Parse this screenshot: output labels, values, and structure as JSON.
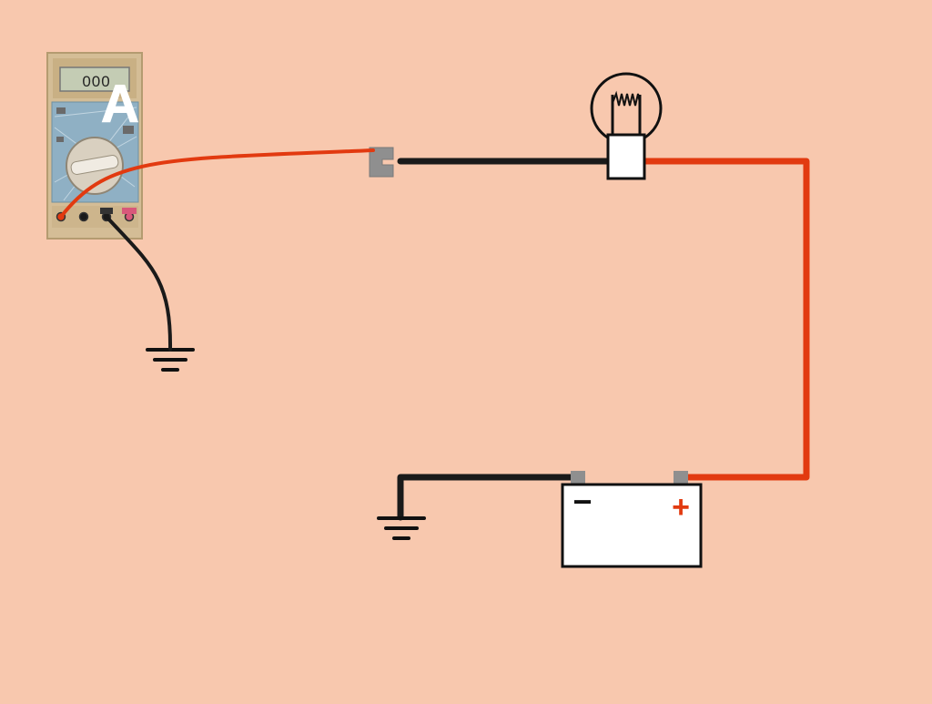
{
  "diagram": {
    "background_color": "#f8c8ae",
    "wire_red_color": "#e23a10",
    "wire_black_color": "#1a1a1a",
    "terminal_color": "#8f8f8f",
    "meter_body_color": "#d4bd96",
    "meter_face_color": "#8fb0c4"
  },
  "multimeter": {
    "display_value": "000",
    "mode_letter": "A",
    "mode_meaning": "ammeter",
    "jack_colors": [
      "#e23a10",
      "#1a1a1a",
      "#1a1a1a",
      "#d8587a"
    ]
  },
  "lamp": {
    "icon": "light-bulb-icon"
  },
  "battery": {
    "negative_symbol": "−",
    "positive_symbol": "+",
    "positive_color": "#e23a10"
  },
  "grounds": [
    {
      "icon": "ground-symbol-icon",
      "connected_to": "multimeter-common-lead"
    },
    {
      "icon": "ground-symbol-icon",
      "connected_to": "battery-negative"
    }
  ]
}
